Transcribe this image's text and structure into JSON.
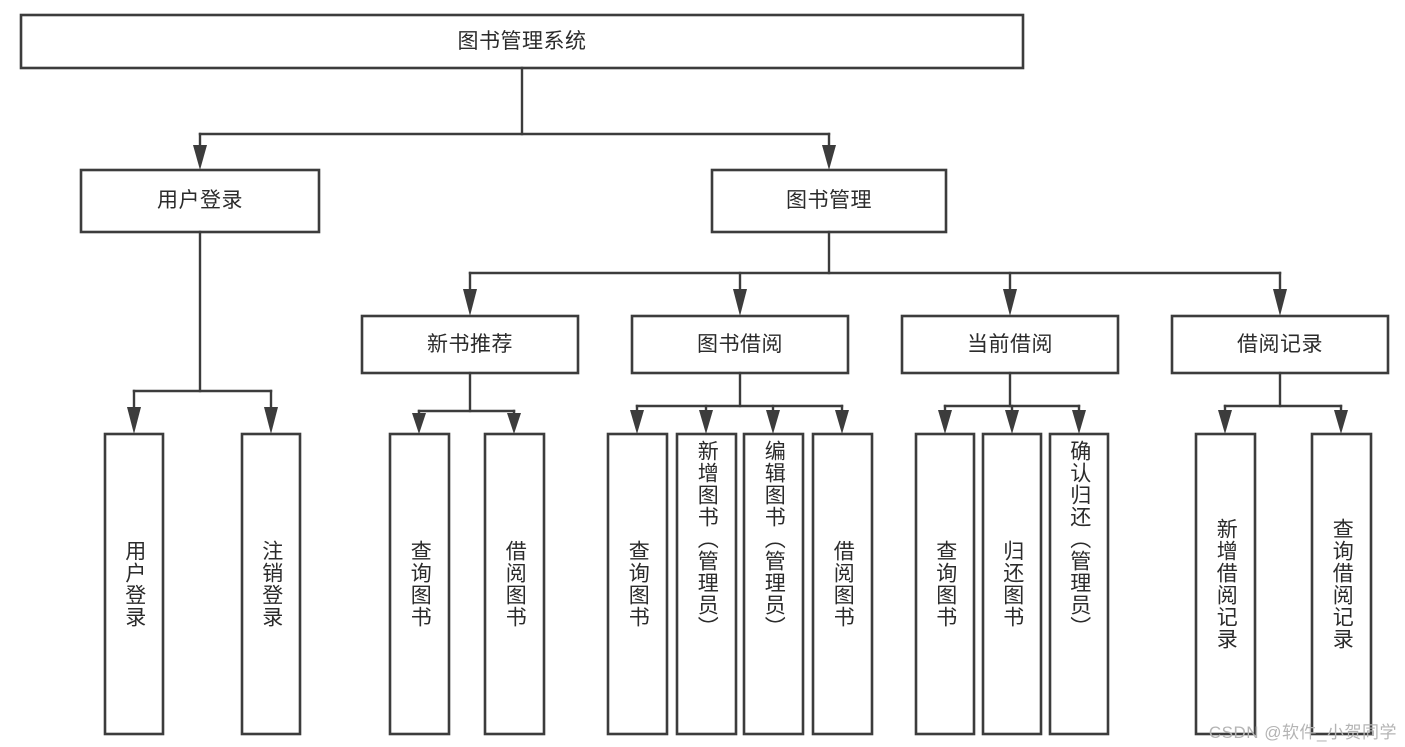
{
  "diagram": {
    "type": "tree",
    "title": "图书管理系统",
    "watermark": "CSDN @软件_小贺同学",
    "colors": {
      "stroke": "#3c3c3c",
      "fill": "#ffffff",
      "text": "#2b2b2b",
      "watermark": "#b4b4b4",
      "background": "#ffffff"
    },
    "nodes": {
      "root": {
        "label": "图书管理系统"
      },
      "level2": [
        {
          "label": "用户登录"
        },
        {
          "label": "图书管理"
        }
      ],
      "level3": [
        {
          "label": "新书推荐"
        },
        {
          "label": "图书借阅"
        },
        {
          "label": "当前借阅"
        },
        {
          "label": "借阅记录"
        }
      ],
      "leaves": {
        "user_login": [
          {
            "label": "用户登录"
          },
          {
            "label": "注销登录"
          }
        ],
        "new_book_recommend": [
          {
            "label": "查询图书"
          },
          {
            "label": "借阅图书"
          }
        ],
        "book_borrow": [
          {
            "label": "查询图书"
          },
          {
            "label": "新增图书（管理员）"
          },
          {
            "label": "编辑图书（管理员）"
          },
          {
            "label": "借阅图书"
          }
        ],
        "current_borrow": [
          {
            "label": "查询图书"
          },
          {
            "label": "归还图书"
          },
          {
            "label": "确认归还（管理员）"
          }
        ],
        "borrow_record": [
          {
            "label": "新增借阅记录"
          },
          {
            "label": "查询借阅记录"
          }
        ]
      }
    }
  }
}
